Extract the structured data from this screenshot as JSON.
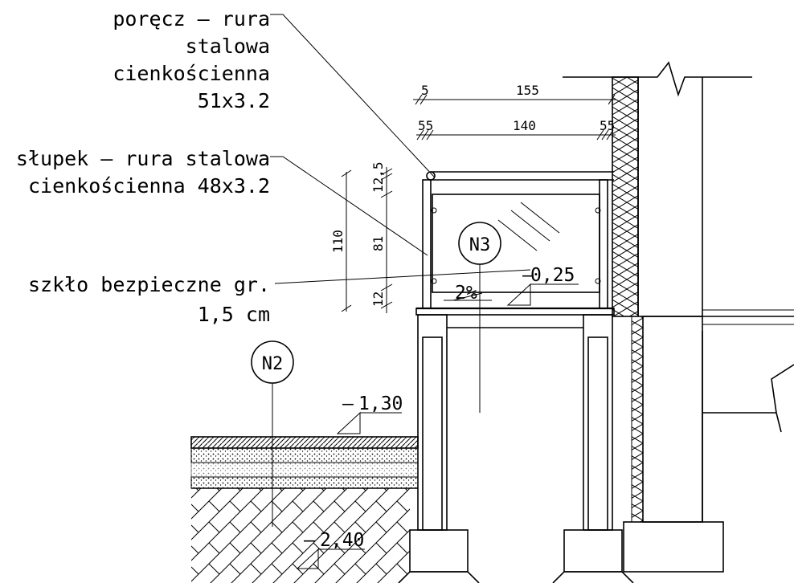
{
  "labels": {
    "handrail": [
      "poręcz – rura",
      "stalowa",
      "cienkościenna",
      "51x3.2"
    ],
    "post": [
      "słupek – rura stalowa",
      "cienkościenna 48x3.2"
    ],
    "glass": [
      "szkło bezpieczne gr.",
      "1,5 cm"
    ]
  },
  "dimensions": {
    "top_row": [
      "5",
      "155"
    ],
    "second_row": [
      "55",
      "140",
      "55"
    ],
    "vertical": [
      "110",
      "12,5",
      "81",
      "12"
    ]
  },
  "levels": {
    "slab": "0,25",
    "ground": "1,30",
    "foundation": "2,40",
    "slope": "2%"
  },
  "detail_tags": [
    "N3",
    "N2"
  ]
}
